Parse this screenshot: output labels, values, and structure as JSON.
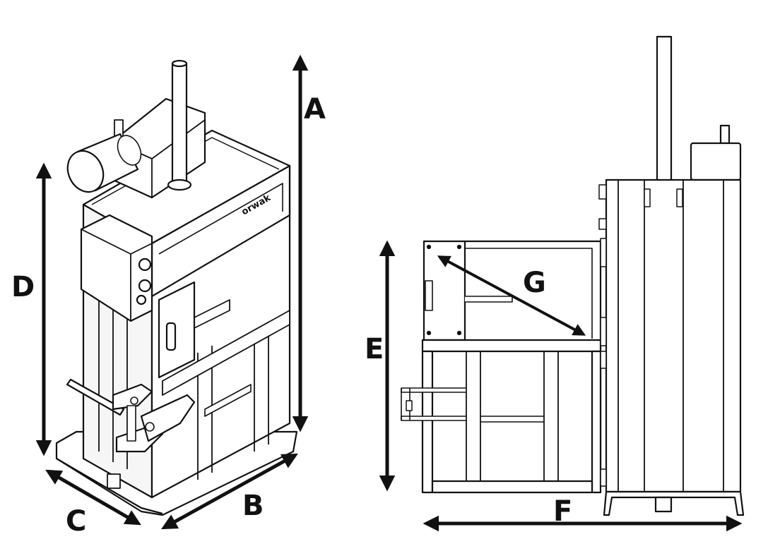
{
  "diagram": {
    "left_view": "isometric",
    "right_view": "side elevation",
    "brand_mark": "orwak"
  },
  "dimensions": [
    {
      "key": "a",
      "label": "A"
    },
    {
      "key": "b",
      "label": "B"
    },
    {
      "key": "c",
      "label": "C"
    },
    {
      "key": "d",
      "label": "D"
    },
    {
      "key": "e",
      "label": "E"
    },
    {
      "key": "f",
      "label": "F"
    },
    {
      "key": "g",
      "label": "G"
    }
  ],
  "colors": {
    "line": "#111111",
    "fill": "#ffffff",
    "shade": "#f2f2f2"
  }
}
